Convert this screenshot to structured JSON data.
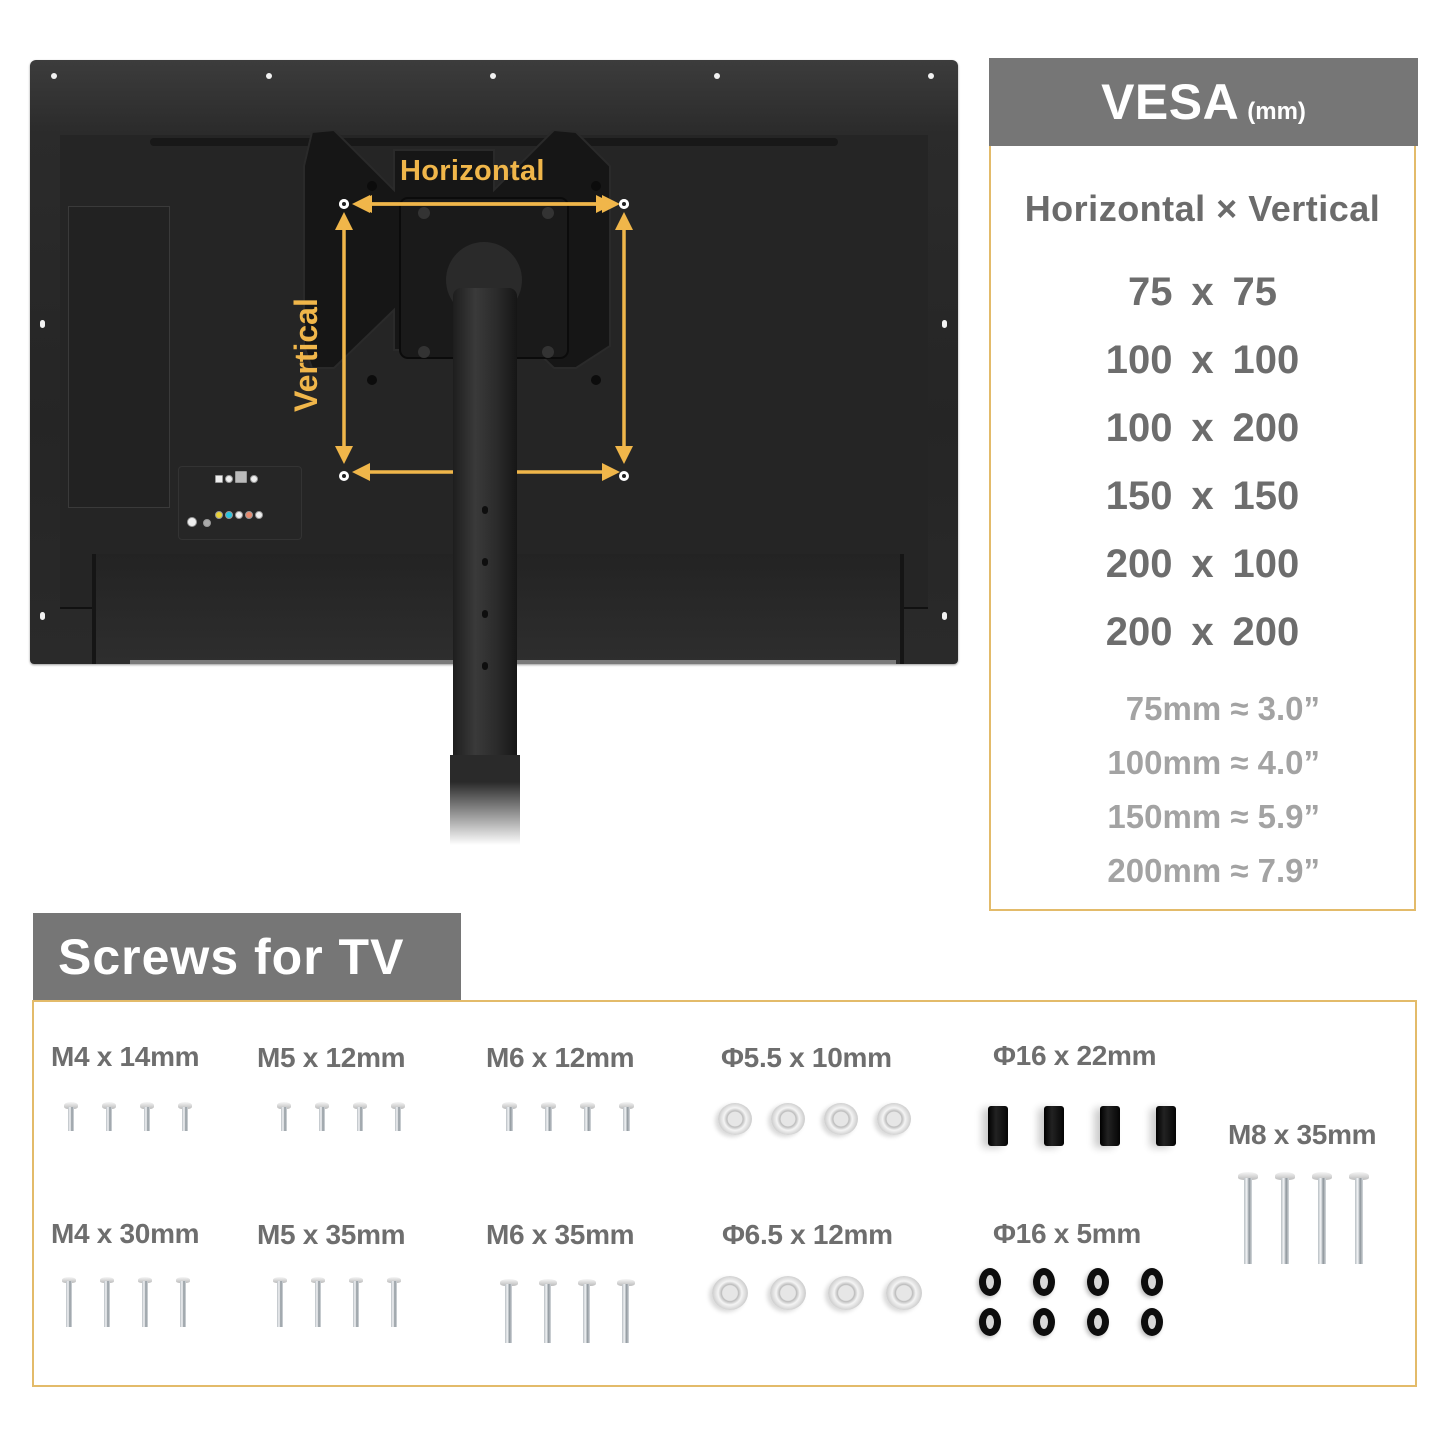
{
  "illustration": {
    "horizontal_label": "Horizontal",
    "vertical_label": "Vertical",
    "accent_color": "#f0b64a"
  },
  "vesa": {
    "title": "VESA",
    "unit": "(mm)",
    "subtitle": "Horizontal × Vertical",
    "sizes": [
      {
        "h": "75",
        "x": "x",
        "v": "75"
      },
      {
        "h": "100",
        "x": "x",
        "v": "100"
      },
      {
        "h": "100",
        "x": "x",
        "v": "200"
      },
      {
        "h": "150",
        "x": "x",
        "v": "150"
      },
      {
        "h": "200",
        "x": "x",
        "v": "100"
      },
      {
        "h": "200",
        "x": "x",
        "v": "200"
      }
    ],
    "conversions": [
      "75mm ≈ 3.0”",
      "100mm ≈ 4.0”",
      "150mm ≈ 5.9”",
      "200mm ≈ 7.9”"
    ],
    "header_color": "#767676",
    "border_color": "#e3bb6a"
  },
  "screws": {
    "title": "Screws for TV",
    "items": [
      {
        "label": "M4 x 14mm",
        "type": "screw",
        "count": 4
      },
      {
        "label": "M5 x 12mm",
        "type": "screw",
        "count": 4
      },
      {
        "label": "M6 x 12mm",
        "type": "screw",
        "count": 4
      },
      {
        "label": "Φ5.5 x 10mm",
        "type": "washer",
        "count": 4
      },
      {
        "label": "Φ16 x 22mm",
        "type": "spacer",
        "count": 4
      },
      {
        "label": "M8 x 35mm",
        "type": "screw",
        "count": 4
      },
      {
        "label": "M4 x 30mm",
        "type": "screw",
        "count": 4
      },
      {
        "label": "M5 x 35mm",
        "type": "screw",
        "count": 4
      },
      {
        "label": "M6 x 35mm",
        "type": "screw",
        "count": 4
      },
      {
        "label": "Φ6.5 x 12mm",
        "type": "washer",
        "count": 4
      },
      {
        "label": "Φ16 x 5mm",
        "type": "ring",
        "count": 8
      }
    ]
  }
}
